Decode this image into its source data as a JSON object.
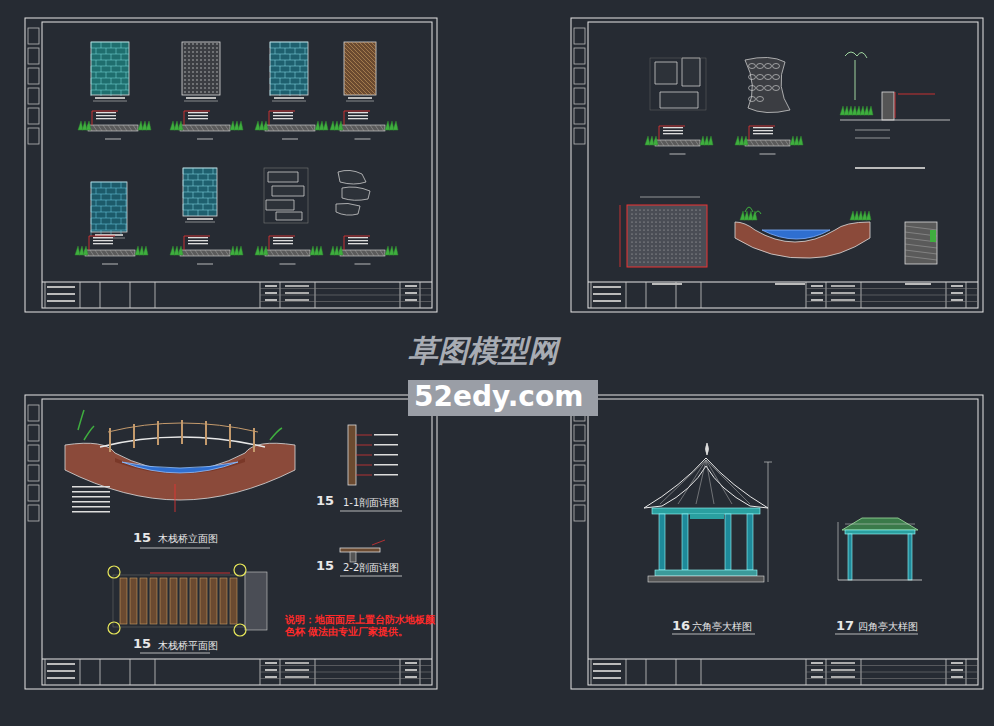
{
  "diagram": {
    "labels": [
      "草图模型网",
      "52edy.com",
      "15",
      "木栈桥立面图",
      "15",
      "1-1剖面详图",
      "15",
      "2-2剖面详图",
      "说明：地面面层上置台防水地板颜色杯 做法由专业厂家提供。",
      "15",
      "木栈桥平面图",
      "16",
      "六角亭大样图",
      "17",
      "四角亭大样图"
    ]
  }
}
